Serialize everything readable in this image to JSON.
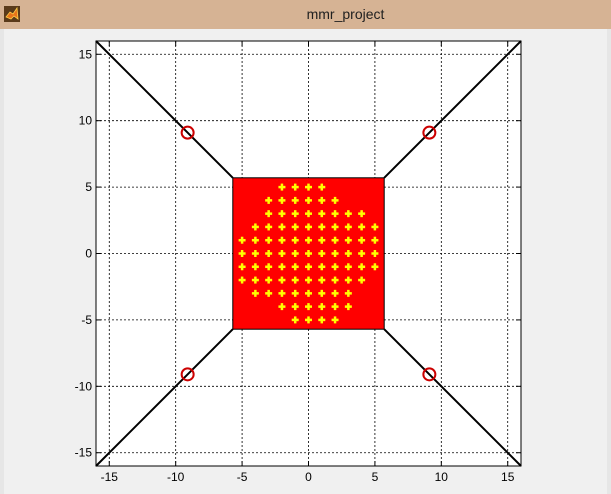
{
  "window": {
    "title": "mmr_project",
    "icon": "matlab-logo-icon"
  },
  "colors": {
    "titlebar": "#d6b394",
    "square_fill": "#ff0000",
    "marker_circle": "#cc0000",
    "marker_plus": "#ffff00",
    "line": "#000000"
  },
  "chart_data": {
    "type": "scatter",
    "xlim": [
      -16,
      16
    ],
    "ylim": [
      -16,
      16
    ],
    "grid": true,
    "xticks": [
      -15,
      -10,
      -5,
      0,
      5,
      10,
      15
    ],
    "yticks": [
      15,
      10,
      5,
      0,
      -5,
      -10,
      -15
    ],
    "xtick_labels": [
      "-15",
      "-10",
      "-5",
      "0",
      "5",
      "10",
      "15"
    ],
    "ytick_labels": [
      "15",
      "10",
      "5",
      "0",
      "-5",
      "-10",
      "-15"
    ],
    "diagonals": [
      {
        "from": [
          -16,
          16
        ],
        "to": [
          -5.7,
          5.7
        ]
      },
      {
        "from": [
          16,
          16
        ],
        "to": [
          5.7,
          5.7
        ]
      },
      {
        "from": [
          -16,
          -16
        ],
        "to": [
          -5.7,
          -5.7
        ]
      },
      {
        "from": [
          16,
          -16
        ],
        "to": [
          5.7,
          -5.7
        ]
      }
    ],
    "square": {
      "xmin": -5.7,
      "xmax": 5.7,
      "ymin": -5.7,
      "ymax": 5.7
    },
    "circles": [
      [
        -9.1,
        9.1
      ],
      [
        9.1,
        9.1
      ],
      [
        -9.1,
        -9.1
      ],
      [
        9.1,
        -9.1
      ]
    ],
    "plus_rows": [
      {
        "y": 5,
        "x": [
          -2,
          -1,
          0,
          1
        ]
      },
      {
        "y": 4,
        "x": [
          -3,
          -2,
          -1,
          0,
          1,
          2
        ]
      },
      {
        "y": 3,
        "x": [
          -3,
          -2,
          -1,
          0,
          1,
          2,
          3,
          4
        ]
      },
      {
        "y": 2,
        "x": [
          -4,
          -3,
          -2,
          -1,
          0,
          1,
          2,
          3,
          4,
          5
        ]
      },
      {
        "y": 1,
        "x": [
          -5,
          -4,
          -3,
          -2,
          -1,
          0,
          1,
          2,
          3,
          4,
          5
        ]
      },
      {
        "y": 0,
        "x": [
          -5,
          -4,
          -3,
          -2,
          -1,
          0,
          1,
          2,
          3,
          4,
          5
        ]
      },
      {
        "y": -1,
        "x": [
          -5,
          -4,
          -3,
          -2,
          -1,
          0,
          1,
          2,
          3,
          4,
          5
        ]
      },
      {
        "y": -2,
        "x": [
          -5,
          -4,
          -3,
          -2,
          -1,
          0,
          1,
          2,
          3,
          4
        ]
      },
      {
        "y": -3,
        "x": [
          -4,
          -3,
          -2,
          -1,
          0,
          1,
          2,
          3
        ]
      },
      {
        "y": -4,
        "x": [
          -2,
          -1,
          0,
          1,
          2,
          3
        ]
      },
      {
        "y": -5,
        "x": [
          -1,
          0,
          1,
          2
        ]
      }
    ]
  }
}
